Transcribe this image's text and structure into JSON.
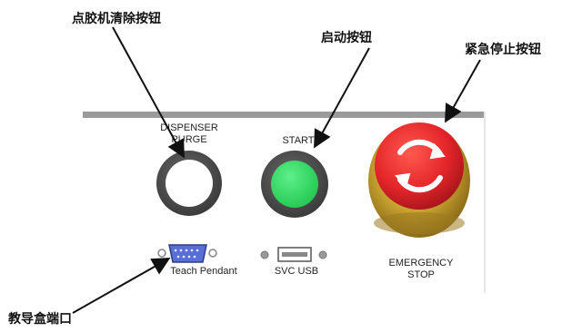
{
  "callouts": {
    "dispenser_purge": "点胶机清除按钮",
    "start": "启动按钮",
    "emergency_stop": "紧急停止按钮",
    "teach_port": "教导盒端口"
  },
  "panel": {
    "dispenser_label_line1": "DISPENSER",
    "dispenser_label_line2": "PURGE",
    "start_label": "START",
    "teach_pendant_label": "Teach Pendant",
    "svc_usb_label": "SVC USB",
    "emergency_label_line1": "EMERGENCY",
    "emergency_label_line2": "STOP"
  },
  "colors": {
    "start_button": "#2fd15d",
    "emergency_red": "#e4262a",
    "emergency_bezel": "#c9a431",
    "port_blue": "#5a6fd3",
    "panel_bar": "#9a9a9a"
  },
  "icons": [
    "rotate-arrows-icon",
    "db9-port-icon",
    "usb-port-icon"
  ]
}
